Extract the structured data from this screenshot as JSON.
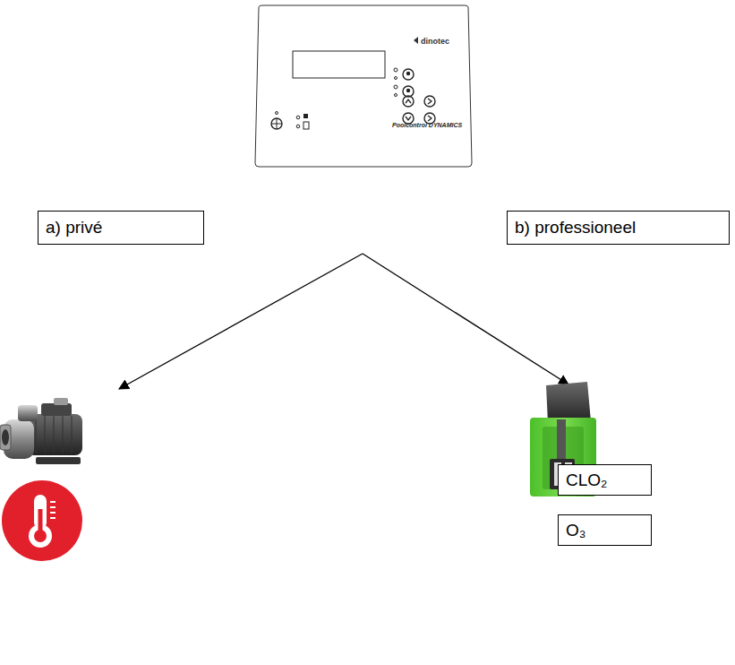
{
  "diagram": {
    "nodes": [
      {
        "text": [
          "dinotec",
          "Poolcontrol DYNAMICS"
        ]
      },
      {
        "text": [
          "a) privé"
        ]
      },
      {
        "text": [
          "b) professioneel"
        ]
      },
      {
        "text": [
          "CLO₂"
        ]
      },
      {
        "text": [
          "O₃"
        ]
      }
    ]
  }
}
